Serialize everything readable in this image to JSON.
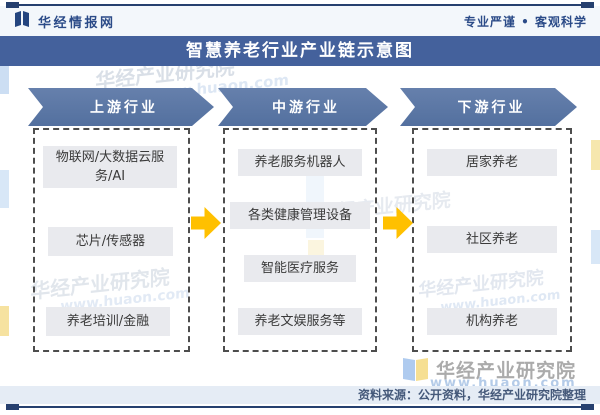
{
  "header": {
    "site_name": "华经情报网",
    "slogan": "专业严谨 • 客观科学"
  },
  "title": "智慧养老行业产业链示意图",
  "diagram": {
    "columns": [
      {
        "header": "上游行业",
        "items": [
          "物联网/大数据云服务/AI",
          "芯片/传感器",
          "养老培训/金融"
        ]
      },
      {
        "header": "中游行业",
        "items": [
          "养老服务机器人",
          "各类健康管理设备",
          "智能医疗服务",
          "养老文娱服务等"
        ]
      },
      {
        "header": "下游行业",
        "items": [
          "居家养老",
          "社区养老",
          "机构养老"
        ]
      }
    ]
  },
  "branding": {
    "name": "华经产业研究院",
    "url": "www.huaon.com"
  },
  "footer": {
    "source": "资料来源：公开资料，华经产业研究院整理"
  },
  "colors": {
    "banner": "#44619C",
    "chevron": "#5B76A8",
    "flow_arrow": "#FFC000",
    "item_bg": "#E9EAEE",
    "navy_rule": "#26406F",
    "footer_bg": "#E5ECF5"
  }
}
